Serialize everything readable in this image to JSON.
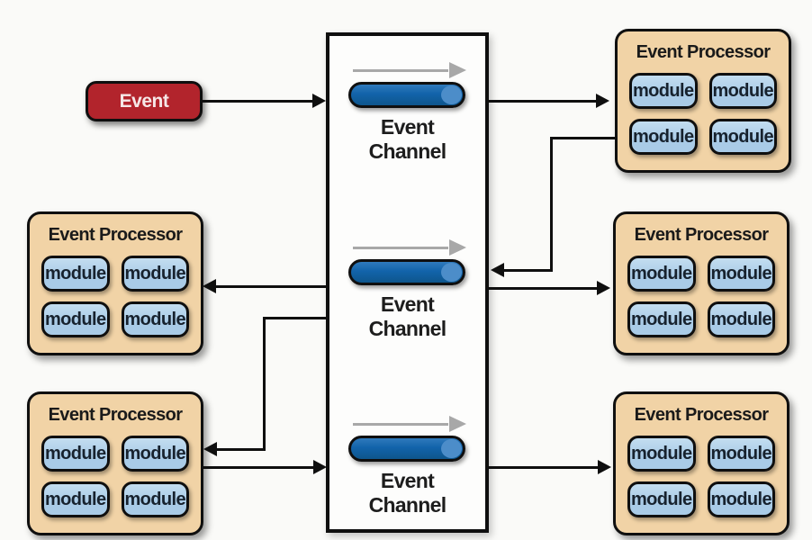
{
  "palette": {
    "bg": "#fafaf8",
    "proc_fill": "#f1d3a6",
    "module_fill": "#a9cbe7",
    "event_fill": "#b2242c",
    "event_text": "#f6e7e7",
    "pill_dark": "#1263aa",
    "pill_light": "#4c8dc9",
    "box_fill": "#fdfdfc",
    "line": "#0f0f0f",
    "flow_gray": "#a8a8a8",
    "text_dark": "#1a1a1a"
  },
  "event_box": {
    "label": "Event"
  },
  "channels": {
    "top": {
      "label": "Event\nChannel"
    },
    "middle": {
      "label": "Event\nChannel"
    },
    "bottom": {
      "label": "Event\nChannel"
    }
  },
  "processors": {
    "top_right": {
      "title": "Event Processor",
      "modules": [
        "module",
        "module",
        "module",
        "module"
      ]
    },
    "mid_left": {
      "title": "Event Processor",
      "modules": [
        "module",
        "module",
        "module",
        "module"
      ]
    },
    "bottom_left": {
      "title": "Event Processor",
      "modules": [
        "module",
        "module",
        "module",
        "module"
      ]
    },
    "mid_right": {
      "title": "Event Processor",
      "modules": [
        "module",
        "module",
        "module",
        "module"
      ]
    },
    "bottom_right": {
      "title": "Event Processor",
      "modules": [
        "module",
        "module",
        "module",
        "module"
      ]
    }
  }
}
